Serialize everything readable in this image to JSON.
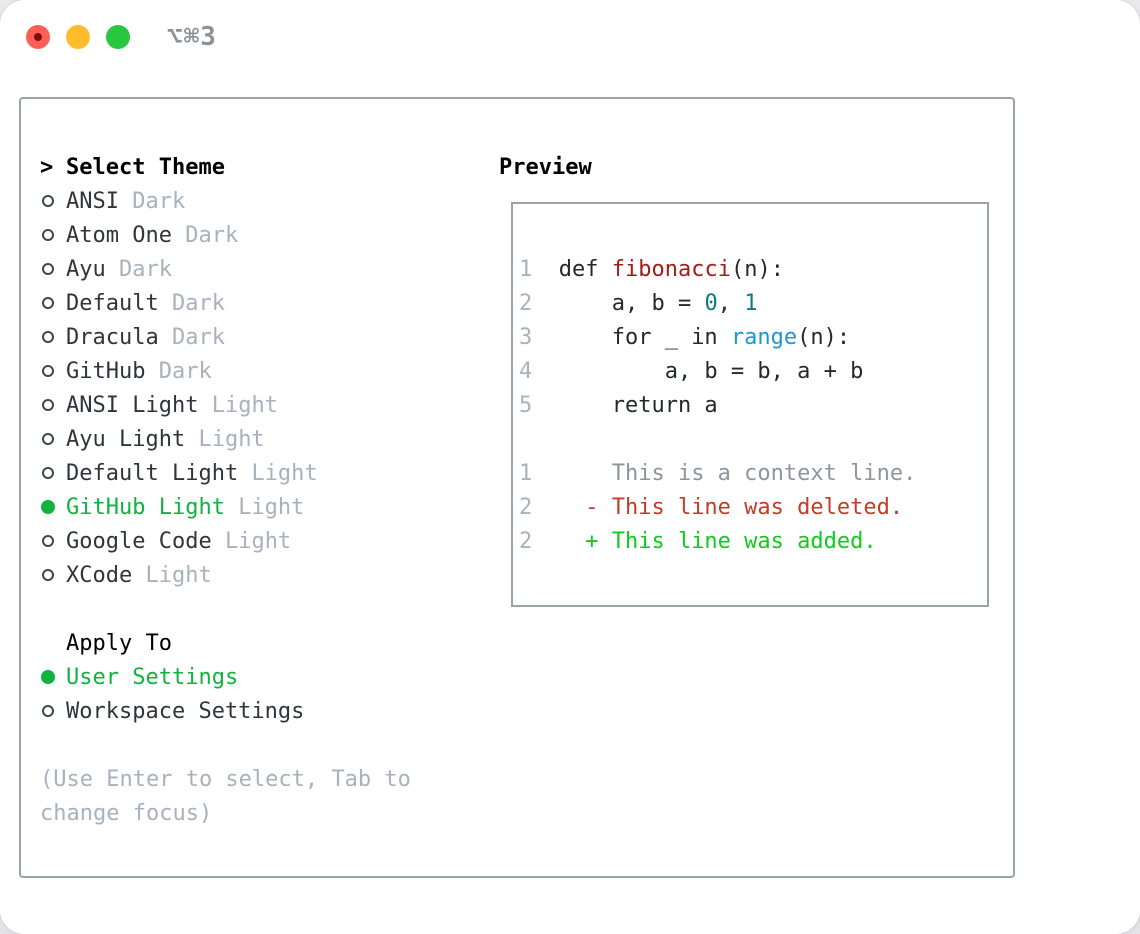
{
  "window": {
    "title": "⌥⌘3",
    "traffic_lights": [
      "close",
      "minimize",
      "zoom"
    ]
  },
  "colors": {
    "selected_green": "#0fb33d",
    "diff_added_green": "#0ecc1e",
    "diff_deleted_red": "#c43b28",
    "function_red": "#a41c17",
    "number_teal": "#0d7a80",
    "call_blue": "#1e95d4",
    "muted_gray": "#a8b2bc",
    "border_gray": "#9aa3ac"
  },
  "theme_picker": {
    "header": {
      "marker": ">",
      "label": "Select Theme"
    },
    "items": [
      {
        "name": "ANSI",
        "variant": "Dark",
        "selected": false
      },
      {
        "name": "Atom One",
        "variant": "Dark",
        "selected": false
      },
      {
        "name": "Ayu",
        "variant": "Dark",
        "selected": false
      },
      {
        "name": "Default",
        "variant": "Dark",
        "selected": false
      },
      {
        "name": "Dracula",
        "variant": "Dark",
        "selected": false
      },
      {
        "name": "GitHub",
        "variant": "Dark",
        "selected": false
      },
      {
        "name": "ANSI Light",
        "variant": "Light",
        "selected": false
      },
      {
        "name": "Ayu Light",
        "variant": "Light",
        "selected": false
      },
      {
        "name": "Default Light",
        "variant": "Light",
        "selected": false
      },
      {
        "name": "GitHub Light",
        "variant": "Light",
        "selected": true
      },
      {
        "name": "Google Code",
        "variant": "Light",
        "selected": false
      },
      {
        "name": "XCode",
        "variant": "Light",
        "selected": false
      }
    ],
    "apply_to": {
      "label": "Apply To",
      "options": [
        {
          "label": "User Settings",
          "selected": true
        },
        {
          "label": "Workspace Settings",
          "selected": false
        }
      ]
    },
    "hint_lines": [
      "(Use Enter to select, Tab to",
      "change focus)"
    ]
  },
  "preview": {
    "label": "Preview",
    "lines": [
      {
        "kind": "code",
        "segments": [
          {
            "t": "1",
            "s": "num"
          },
          {
            "t": "  def ",
            "s": "plain"
          },
          {
            "t": "fibonacci",
            "s": "fn"
          },
          {
            "t": "(n):",
            "s": "plain"
          }
        ]
      },
      {
        "kind": "code",
        "segments": [
          {
            "t": "2",
            "s": "num"
          },
          {
            "t": "      a, b = ",
            "s": "plain"
          },
          {
            "t": "0",
            "s": "lit"
          },
          {
            "t": ", ",
            "s": "plain"
          },
          {
            "t": "1",
            "s": "lit"
          }
        ]
      },
      {
        "kind": "code",
        "segments": [
          {
            "t": "3",
            "s": "num"
          },
          {
            "t": "      for _ in ",
            "s": "plain"
          },
          {
            "t": "range",
            "s": "call"
          },
          {
            "t": "(n):",
            "s": "plain"
          }
        ]
      },
      {
        "kind": "code",
        "segments": [
          {
            "t": "4",
            "s": "num"
          },
          {
            "t": "          a, b = b, a + b",
            "s": "plain"
          }
        ]
      },
      {
        "kind": "code",
        "segments": [
          {
            "t": "5",
            "s": "num"
          },
          {
            "t": "      return a",
            "s": "plain"
          }
        ]
      },
      {
        "kind": "blank",
        "segments": []
      },
      {
        "kind": "diff-context",
        "segments": [
          {
            "t": "1",
            "s": "num"
          },
          {
            "t": "      This is a context line.",
            "s": "ctx"
          }
        ]
      },
      {
        "kind": "diff-deleted",
        "segments": [
          {
            "t": "2",
            "s": "num"
          },
          {
            "t": "    - This line was deleted.",
            "s": "del"
          }
        ]
      },
      {
        "kind": "diff-added",
        "segments": [
          {
            "t": "2",
            "s": "num"
          },
          {
            "t": "    + This line was added.",
            "s": "add"
          }
        ]
      }
    ]
  }
}
